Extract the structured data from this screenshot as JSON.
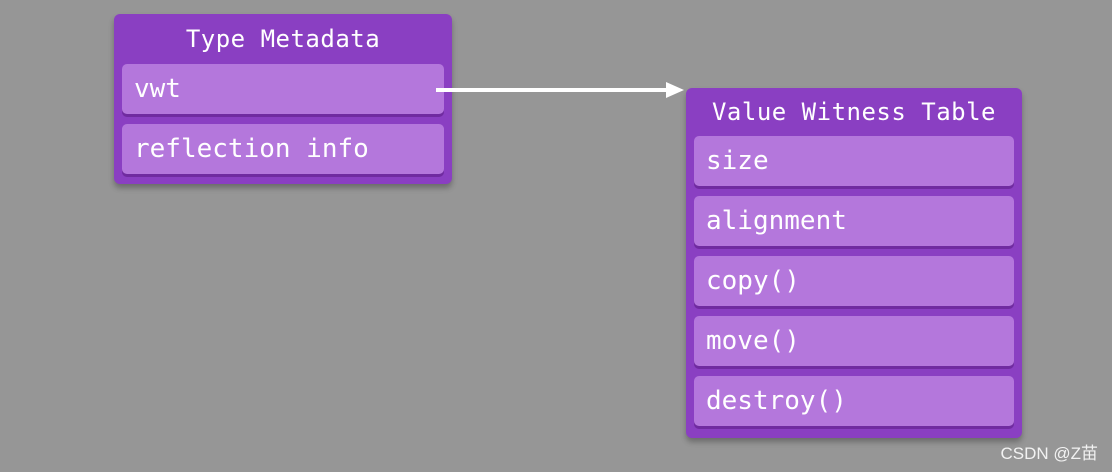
{
  "type_metadata": {
    "title": "Type Metadata",
    "fields": [
      "vwt",
      "reflection info"
    ]
  },
  "value_witness_table": {
    "title": "Value Witness Table",
    "fields": [
      "size",
      "alignment",
      "copy()",
      "move()",
      "destroy()"
    ]
  },
  "watermark": "CSDN @Z苗",
  "colors": {
    "background": "#969696",
    "box": "#8a3fc2",
    "field": "#b477dc",
    "text": "#ffffff",
    "arrow": "#ffffff"
  }
}
